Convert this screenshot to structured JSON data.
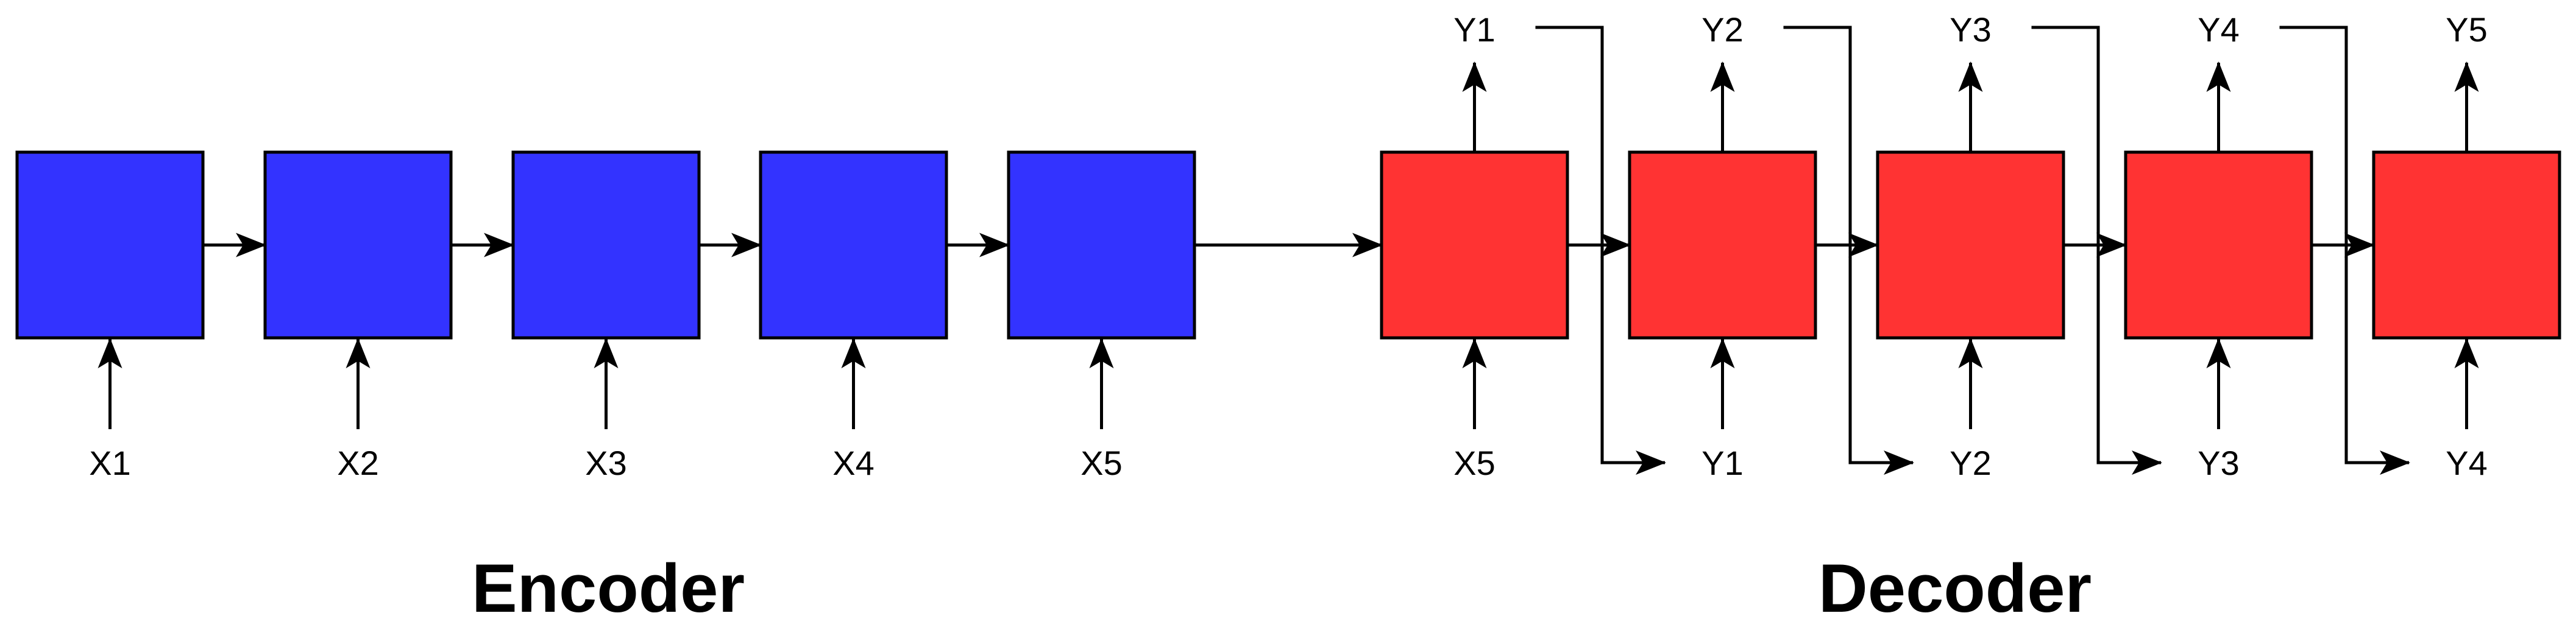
{
  "encoder": {
    "title": "Encoder",
    "cell_color": "#3333FF",
    "inputs": [
      "X1",
      "X2",
      "X3",
      "X4",
      "X5"
    ]
  },
  "decoder": {
    "title": "Decoder",
    "cell_color": "#FF3333",
    "inputs": [
      "X5",
      "Y1",
      "Y2",
      "Y3",
      "Y4"
    ],
    "outputs": [
      "Y1",
      "Y2",
      "Y3",
      "Y4",
      "Y5"
    ]
  }
}
